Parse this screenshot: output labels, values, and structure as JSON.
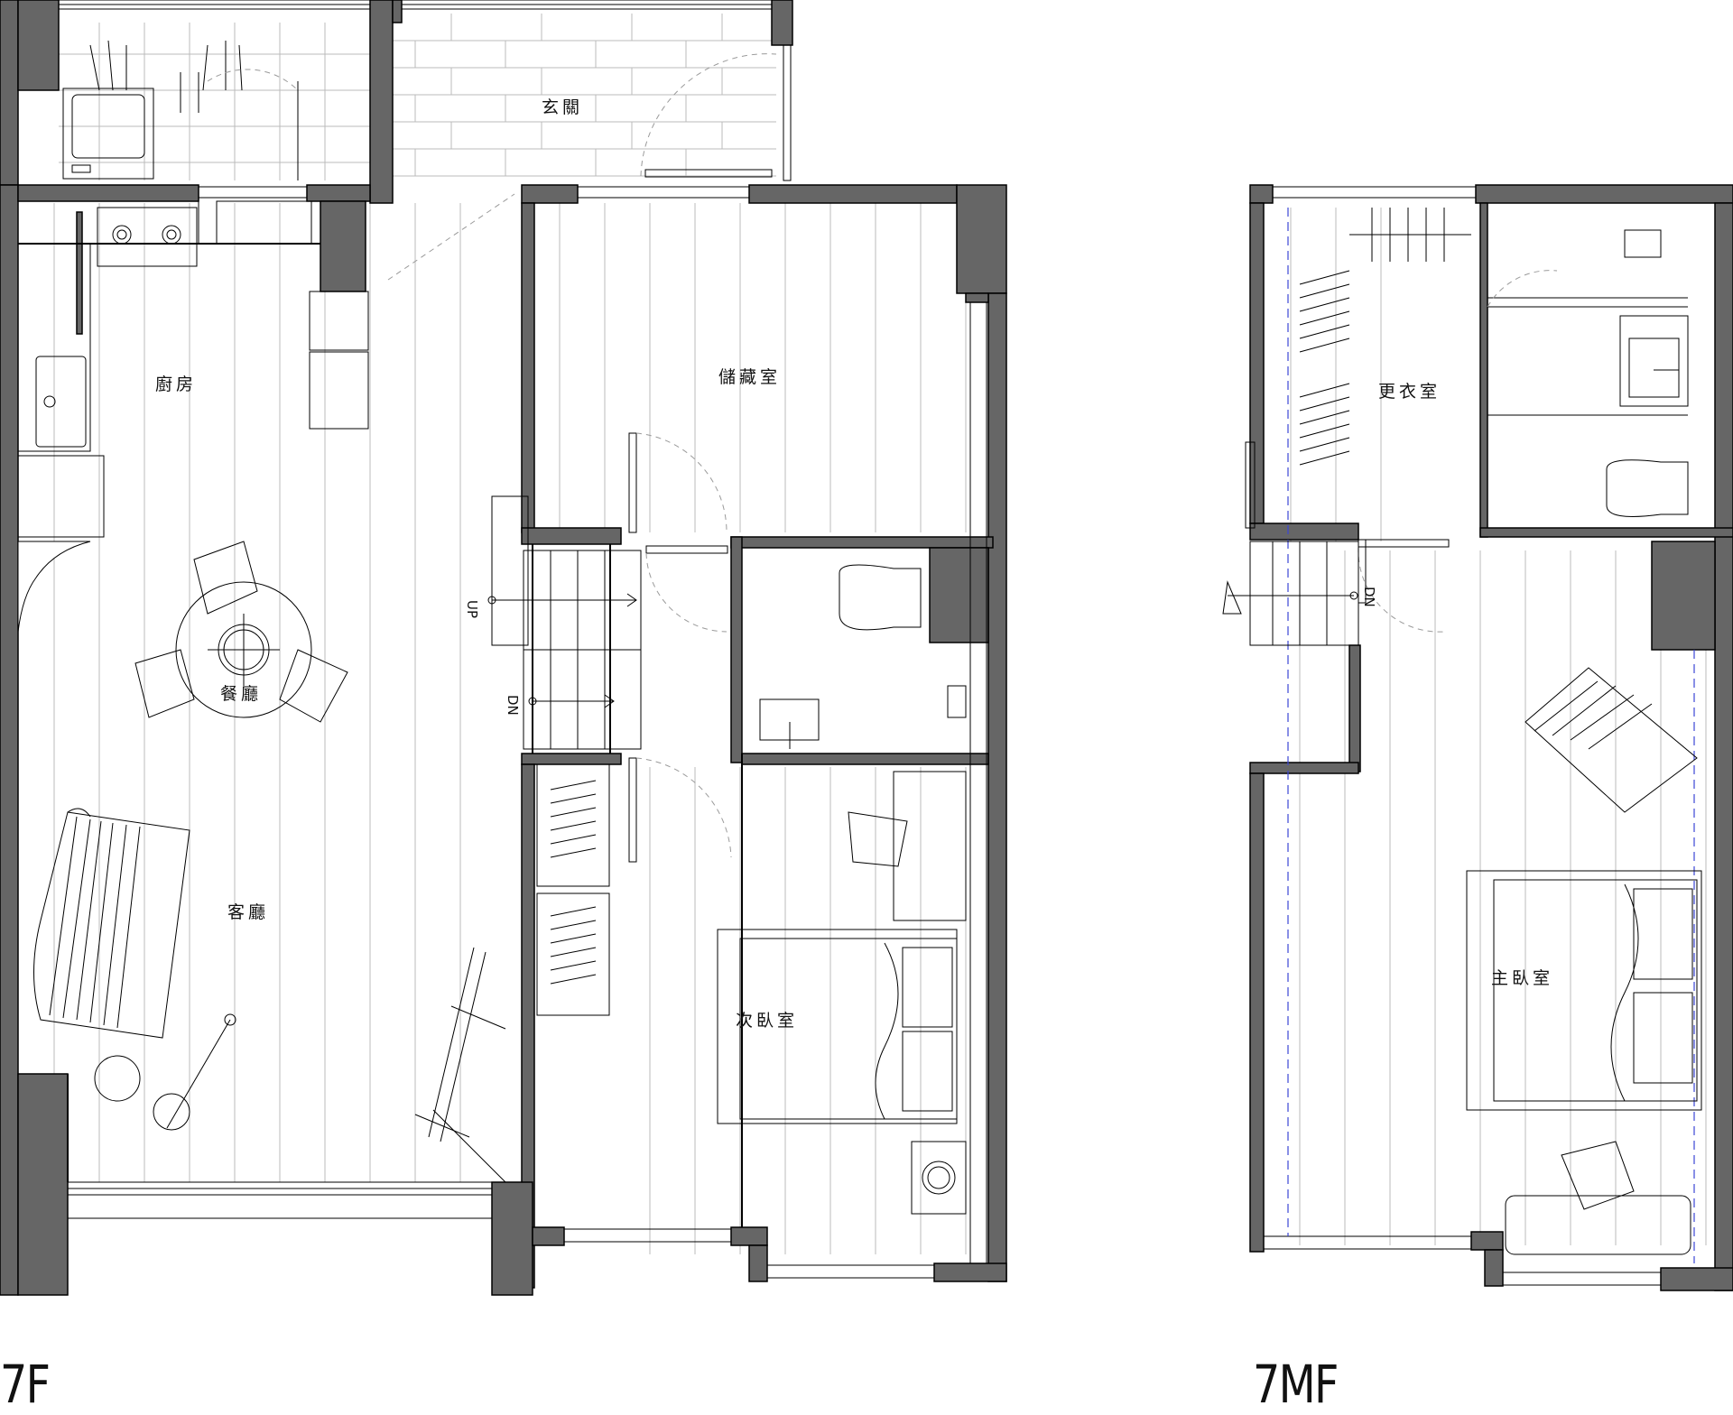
{
  "floors": [
    {
      "label": "7F",
      "rooms": {
        "entrance": "玄關",
        "kitchen": "廚房",
        "storage": "儲藏室",
        "dining": "餐廳",
        "living": "客廳",
        "second_bedroom": "次臥室"
      },
      "stairs": {
        "up": "UP",
        "down": "DN"
      }
    },
    {
      "label": "7MF",
      "rooms": {
        "walk_in_closet": "更衣室",
        "master_bedroom": "主臥室"
      },
      "stairs": {
        "down": "DN"
      }
    }
  ],
  "colors": {
    "wall": "#666666",
    "line": "#000000",
    "hatch": "#bbbbbb",
    "guide": "#3b45d6"
  }
}
